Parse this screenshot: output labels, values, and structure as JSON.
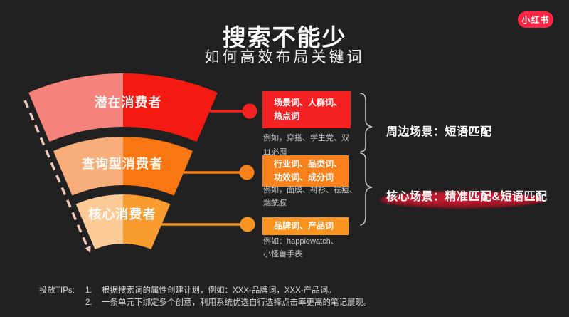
{
  "page": {
    "background": "#212121"
  },
  "logo": {
    "label": "小红书",
    "color": "#FF2442"
  },
  "header": {
    "title": "搜索不能少",
    "subtitle": "如何高效布局关键词"
  },
  "funnel": {
    "tiers": [
      {
        "label": "潜在消费者",
        "left_color": "#F5837B",
        "right_color": "#F41A12"
      },
      {
        "label": "查询型消费者",
        "left_color": "#F8AE7B",
        "right_color": "#F87713"
      },
      {
        "label": "核心消费者",
        "left_color": "#FBCA96",
        "right_color": "#F99B2E"
      }
    ],
    "arrow_color": "#F0C9BE"
  },
  "keyword_groups": [
    {
      "title": "场景词、人群词、\n热点词",
      "example": "例如，穿搭、学生党、双\n11必囤",
      "color": "#F32121"
    },
    {
      "title": "行业词、品类词、\n功效词、成分词",
      "example": "例如，面膜、衬衫、祛痘、\n烟酰胺",
      "color": "#F8811B"
    },
    {
      "title": "品牌词、产品词",
      "example": "例如：happiewatch、\n小怪兽手表",
      "color": "#F8941F"
    }
  ],
  "scene_labels": [
    {
      "text": "周边场景：短语匹配"
    },
    {
      "text": "核心场景：精准匹配&短语匹配",
      "highlight_color": "#C11A2E"
    }
  ],
  "tips": {
    "label": "投放TIPs:",
    "items": [
      {
        "num": "1.",
        "text": "根据搜索词的属性创建计划，例如：XXX-品牌词，XXX-产品词。"
      },
      {
        "num": "2.",
        "text": "一条单元下绑定多个创意，利用系统优选自行选择点击率更高的笔记展现。"
      }
    ]
  }
}
